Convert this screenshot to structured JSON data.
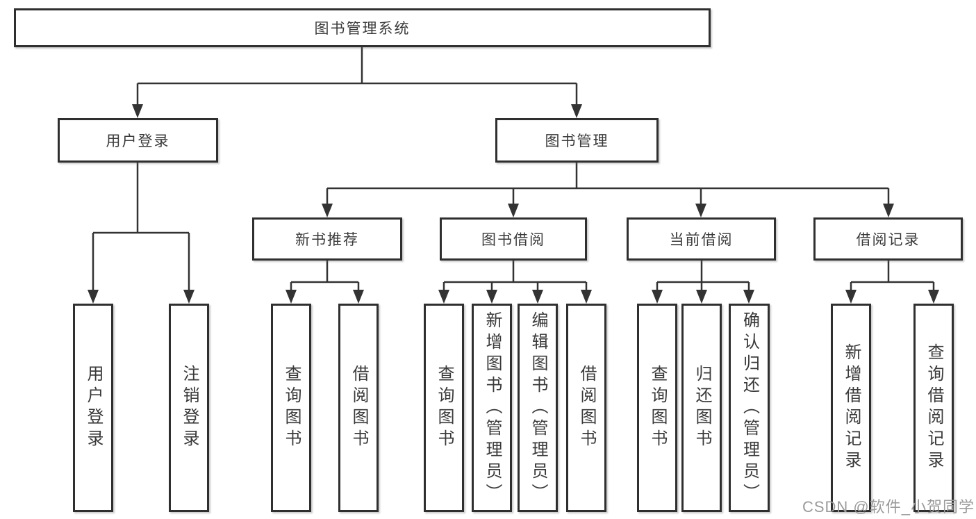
{
  "diagram": {
    "root": {
      "label": "图书管理系统"
    },
    "level2": {
      "user_login": {
        "label": "用户登录"
      },
      "book_mgmt": {
        "label": "图书管理"
      }
    },
    "level3": {
      "new_books": {
        "label": "新书推荐"
      },
      "book_borrow": {
        "label": "图书借阅"
      },
      "current_borrow": {
        "label": "当前借阅"
      },
      "borrow_records": {
        "label": "借阅记录"
      }
    },
    "leaves": {
      "user_login_leaf": {
        "label": "用户登录"
      },
      "logout": {
        "label": "注销登录"
      },
      "nb_query_books": {
        "label": "查询图书"
      },
      "nb_borrow_books": {
        "label": "借阅图书"
      },
      "bb_query_books": {
        "label": "查询图书"
      },
      "bb_add_books": {
        "label": "新增图书（管理员）"
      },
      "bb_edit_books": {
        "label": "编辑图书（管理员）"
      },
      "bb_borrow_books": {
        "label": "借阅图书"
      },
      "cb_query_books": {
        "label": "查询图书"
      },
      "cb_return_books": {
        "label": "归还图书"
      },
      "cb_confirm_return": {
        "label": "确认归还（管理员）"
      },
      "br_add_record": {
        "label": "新增借阅记录"
      },
      "br_query_record": {
        "label": "查询借阅记录"
      }
    }
  },
  "watermark": {
    "text": "CSDN @软件_小贺同学"
  },
  "colors": {
    "line": "#333333",
    "box_border": "#2f2f2f",
    "text": "#3a3a3a",
    "watermark": "#9a9a9a",
    "background": "#ffffff"
  }
}
